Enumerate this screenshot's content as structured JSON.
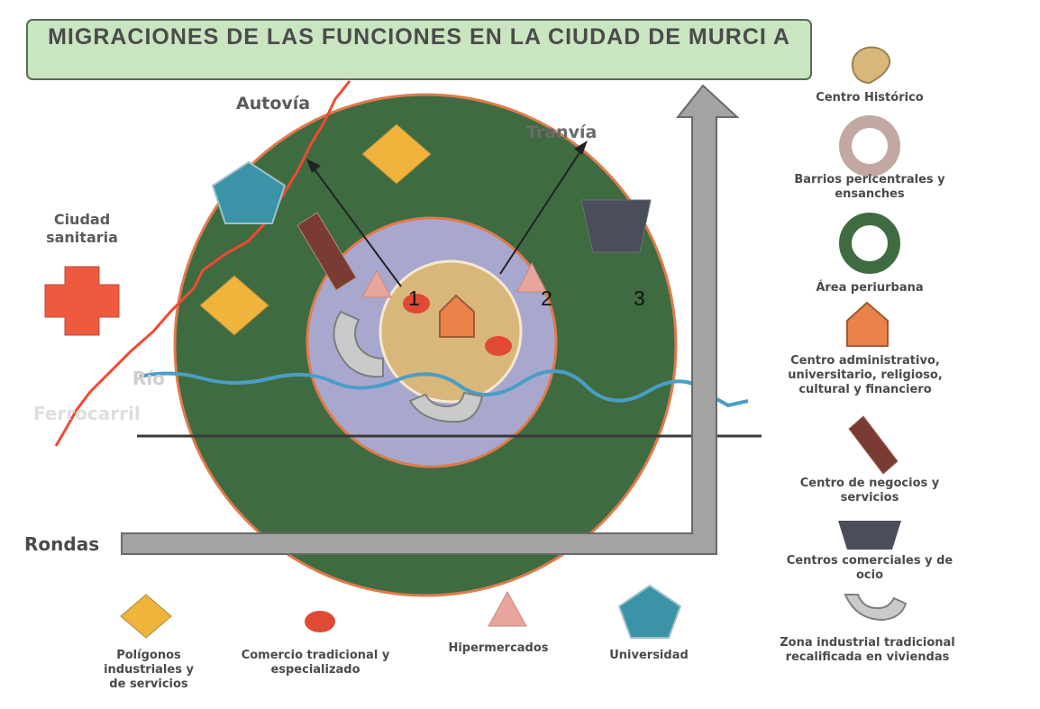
{
  "title": "MIGRACIONES DE LAS FUNCIONES EN LA CIUDAD DE MURCI A",
  "map_labels": {
    "autovia": "Autovía",
    "tranvia": "Tranvía",
    "rio": "Río",
    "ferrocarril": "Ferrocarril",
    "rondas": "Rondas",
    "ciudad_sanitaria": "Ciudad sanitaria"
  },
  "ring_numbers": [
    "1",
    "2",
    "3"
  ],
  "legend_right": [
    {
      "icon": "drop-pin-icon",
      "label": "Centro Histórico"
    },
    {
      "icon": "ring-icon",
      "label": "Barrios pericentrales y ensanches"
    },
    {
      "icon": "ring-icon",
      "label": "Área periurbana"
    },
    {
      "icon": "house-pentagon-icon",
      "label": "Centro administrativo, universitario, religioso, cultural y financiero"
    },
    {
      "icon": "rectangle-icon",
      "label": "Centro de negocios y servicios"
    },
    {
      "icon": "trapezoid-icon",
      "label": "Centros comerciales y de ocio"
    },
    {
      "icon": "arc-icon",
      "label": "Zona industrial tradicional recalificada en viviendas"
    }
  ],
  "legend_bottom": [
    {
      "icon": "diamond-icon",
      "label": "Polígonos industriales y de servicios"
    },
    {
      "icon": "ellipse-icon",
      "label": "Comercio tradicional y especializado"
    },
    {
      "icon": "triangle-icon",
      "label": "Hipermercados"
    },
    {
      "icon": "pentagon-icon",
      "label": "Universidad"
    }
  ],
  "colors": {
    "periurban": "#3f6b41",
    "pericentral": "#a8a8cf",
    "historic": "#d9b77a",
    "orange": "#e9834a",
    "diamond": "#f0b43c",
    "pentagon": "#3b93a8",
    "business": "#7a3b32",
    "mall": "#4a4e5a",
    "red_line": "#ef4a32",
    "river": "#4a9ec6",
    "arrow_gray": "#a3a3a3"
  }
}
